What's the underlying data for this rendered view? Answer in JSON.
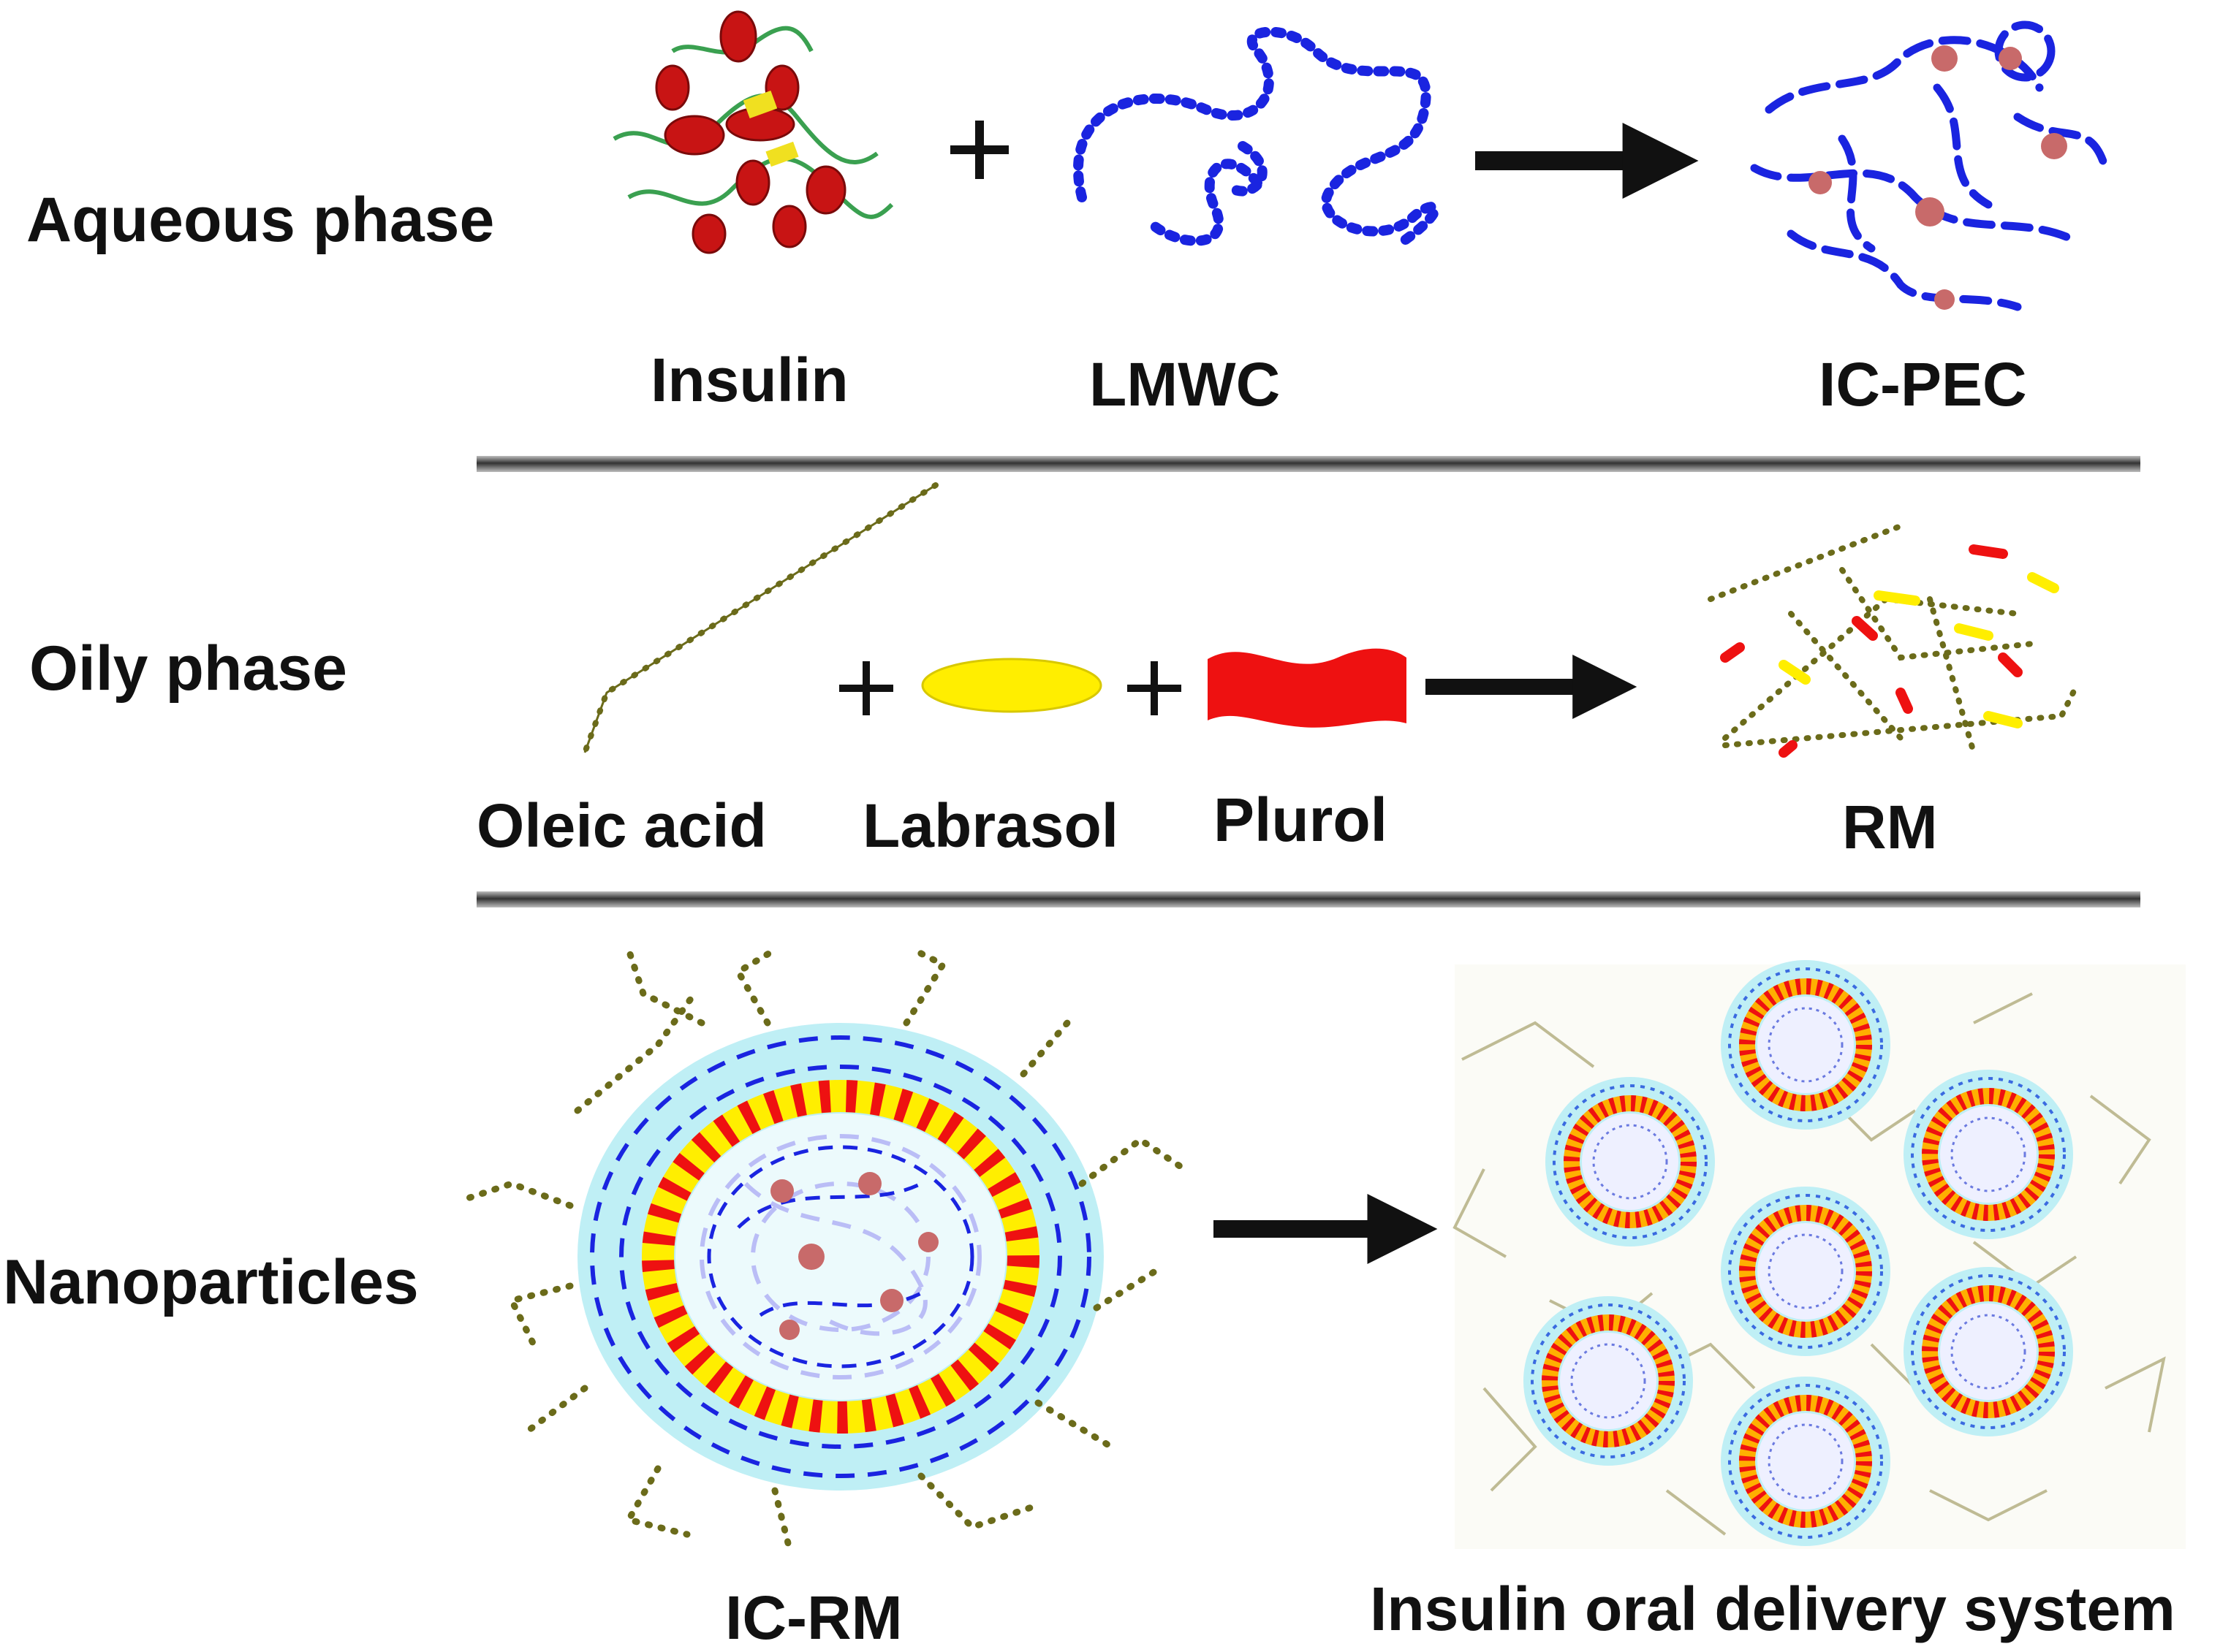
{
  "rows": {
    "aqueous": "Aqueous phase",
    "oily": "Oily phase",
    "nano": "Nanoparticles"
  },
  "labels": {
    "insulin": "Insulin",
    "lmwc": "LMWC",
    "icpec": "IC-PEC",
    "oleic": "Oleic acid",
    "labrasol": "Labrasol",
    "plurol": "Plurol",
    "rm": "RM",
    "icrm": "IC-RM",
    "system": "Insulin oral delivery system"
  },
  "colors": {
    "insulin_helix": "#c81414",
    "insulin_sheet": "#f0e020",
    "insulin_coil": "#3aa050",
    "lmwc": "#1a24e0",
    "oleic": "#6b6b1a",
    "labrasol": "#ffee00",
    "plurol": "#ee1111",
    "shell": "#bfeff5",
    "arrow": "#111111",
    "divider": "#444444"
  },
  "icons": {
    "plus": "plus-icon",
    "arrow": "arrow-right-icon"
  }
}
